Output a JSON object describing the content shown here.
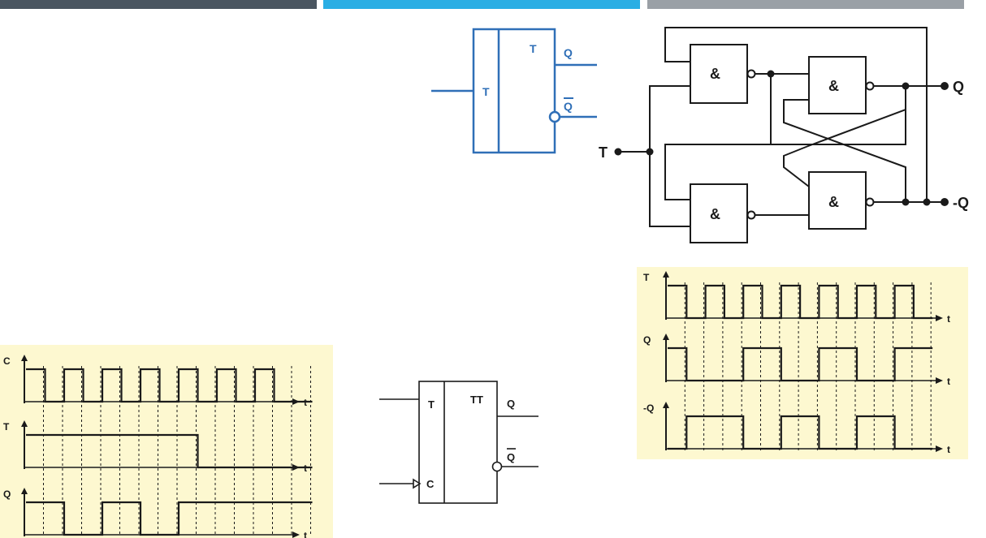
{
  "header": {
    "bar_colors": [
      "#4a5560",
      "#2aaee4",
      "#9aa0a6"
    ]
  },
  "colors": {
    "timing_bg": "#fdf8d0",
    "symbol_blue": "#2f6fb7",
    "line": "#1a1a1a"
  },
  "t_symbol": {
    "inner_label": "T",
    "input_label": "T",
    "output_q": "Q",
    "output_qbar": "Q"
  },
  "tt_symbol": {
    "inner_label": "TT",
    "input_t": "T",
    "input_c": "C",
    "output_q": "Q",
    "output_qbar": "Q"
  },
  "logic_circuit": {
    "gate_label": "&",
    "input_label": "T",
    "output_q": "Q",
    "output_nq": "-Q"
  },
  "timing_left": {
    "signals": [
      {
        "name": "C",
        "values": [
          1,
          0,
          1,
          0,
          1,
          0,
          1,
          0,
          1,
          0,
          1,
          0,
          1,
          0,
          0
        ]
      },
      {
        "name": "T",
        "values": [
          1,
          1,
          1,
          1,
          1,
          1,
          1,
          1,
          1,
          0,
          0,
          0,
          0,
          0,
          0
        ]
      },
      {
        "name": "Q",
        "values": [
          1,
          1,
          0,
          0,
          1,
          1,
          0,
          0,
          1,
          1,
          1,
          1,
          1,
          1,
          1
        ]
      }
    ],
    "axis_label": "t"
  },
  "timing_right": {
    "signals": [
      {
        "name": "T",
        "values": [
          1,
          0,
          1,
          0,
          1,
          0,
          1,
          0,
          1,
          0,
          1,
          0,
          1,
          0
        ]
      },
      {
        "name": "Q",
        "values": [
          1,
          0,
          0,
          0,
          1,
          1,
          0,
          0,
          1,
          1,
          0,
          0,
          1,
          1
        ]
      },
      {
        "name": "-Q",
        "values": [
          0,
          1,
          1,
          1,
          0,
          0,
          1,
          1,
          0,
          0,
          1,
          1,
          0,
          0
        ]
      }
    ],
    "axis_label": "t"
  }
}
